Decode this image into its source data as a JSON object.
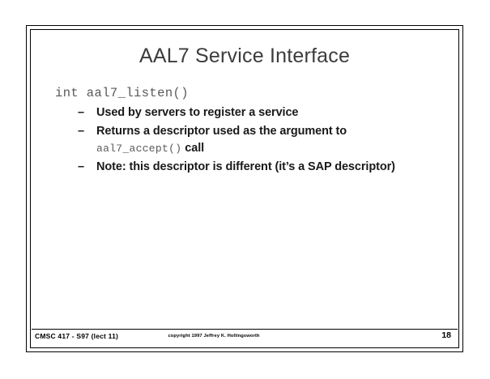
{
  "slide": {
    "title": "AAL7 Service Interface",
    "code_signature": "int aal7_listen()",
    "bullets": [
      {
        "dash": "–",
        "text": "Used by servers to register a service",
        "sub_code": "",
        "sub_text": ""
      },
      {
        "dash": "–",
        "text": "Returns a descriptor used as the argument to",
        "sub_code": "aal7_accept()",
        "sub_text": "call"
      },
      {
        "dash": "–",
        "text": "Note: this descriptor is different (it’s a SAP descriptor)",
        "sub_code": "",
        "sub_text": ""
      }
    ],
    "footer": {
      "course": "CMSC 417 - S97  (lect 11)",
      "copyright": "copyright 1997 Jeffrey K. Hollingsworth",
      "page_number": "18"
    }
  },
  "colors": {
    "title_text": "#3c3c3c",
    "body_text": "#1a1a1a",
    "code_text": "#595959",
    "frame": "#000000",
    "background": "#ffffff"
  }
}
